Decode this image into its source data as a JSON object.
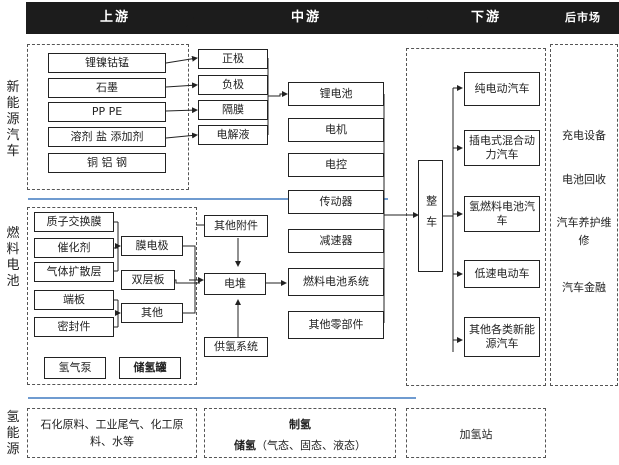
{
  "header": {
    "upstream": "上游",
    "midstream": "中游",
    "downstream": "下游",
    "aftermarket": "后市场"
  },
  "sections": {
    "nev": "新能源汽车",
    "fuel_cell": "燃料电池",
    "hydrogen": "氢能源"
  },
  "upstream_nev": {
    "materials": [
      "锂镍钴锰",
      "石墨",
      "PP   PE",
      "溶剂 盐 添加剂",
      "铜 铝 钢"
    ],
    "components": [
      "正极",
      "负极",
      "隔膜",
      "电解液"
    ]
  },
  "upstream_fc": {
    "membrane_parts": [
      "质子交换膜",
      "催化剂",
      "气体扩散层"
    ],
    "mea": "膜电极",
    "bipolar": "双层板",
    "end_parts": [
      "端板",
      "密封件"
    ],
    "other": "其他",
    "other_accessories": "其他附件",
    "stack": "电堆",
    "h2_supply": "供氢系统",
    "h2_pump": "氢气泵",
    "h2_storage_tank": "储氢罐"
  },
  "midstream": {
    "items": [
      "锂电池",
      "电机",
      "电控",
      "传动器",
      "减速器",
      "燃料电池系统",
      "其他零部件"
    ]
  },
  "downstream": {
    "vehicle": "整车",
    "types": [
      "纯电动汽车",
      "插电式混合动力汽车",
      "氢燃料电池汽车",
      "低速电动车",
      "其他各类新能源汽车"
    ]
  },
  "aftermarket": {
    "items": [
      "充电设备",
      "电池回收",
      "汽车养护维修",
      "汽车金融"
    ]
  },
  "hydrogen": {
    "sources": "石化原料、工业尾气、化工原料、水等",
    "production": "制氢",
    "storage_label": "储氢",
    "storage_detail": "（气态、固态、液态）",
    "station": "加氢站"
  },
  "colors": {
    "header_fill": "#1c1c1c",
    "divider": "#6f9bd0"
  }
}
